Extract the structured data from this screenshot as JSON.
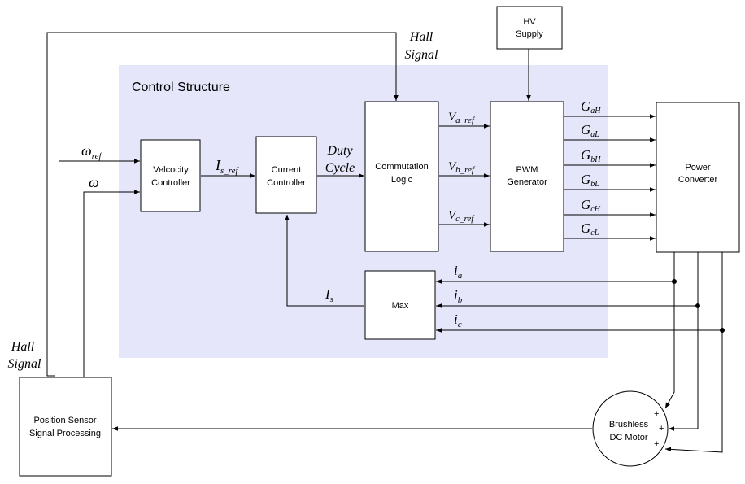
{
  "region": {
    "title": "Control Structure",
    "fill": "#e6e6fa"
  },
  "blocks": {
    "hv_supply": [
      "HV",
      "Supply"
    ],
    "velocity_controller": [
      "Velcocity",
      "Controller"
    ],
    "current_controller": [
      "Current",
      "Controller"
    ],
    "commutation_logic": [
      "Commutation",
      "Logic"
    ],
    "pwm_generator": [
      "PWM",
      "Generator"
    ],
    "power_converter": [
      "Power",
      "Converter"
    ],
    "max": [
      "Max"
    ],
    "position_sensor": [
      "Position Sensor",
      "Signal Processing"
    ],
    "motor": [
      "Brushless",
      "DC Motor"
    ]
  },
  "signals": {
    "hall_top": [
      "Hall",
      "Signal"
    ],
    "hall_left": [
      "Hall",
      "Signal"
    ],
    "omega_ref": {
      "base": "ω",
      "sub": "ref"
    },
    "omega": {
      "base": "ω",
      "sub": ""
    },
    "is_ref": {
      "base": "I",
      "sub": "s_ref"
    },
    "duty_cycle": [
      "Duty",
      "Cycle"
    ],
    "v_refs": [
      {
        "base": "V",
        "sub": "a_ref"
      },
      {
        "base": "V",
        "sub": "b_ref"
      },
      {
        "base": "V",
        "sub": "c_ref"
      }
    ],
    "gates": [
      {
        "base": "G",
        "sub": "aH"
      },
      {
        "base": "G",
        "sub": "aL"
      },
      {
        "base": "G",
        "sub": "bH"
      },
      {
        "base": "G",
        "sub": "bL"
      },
      {
        "base": "G",
        "sub": "cH"
      },
      {
        "base": "G",
        "sub": "cL"
      }
    ],
    "currents": [
      {
        "base": "i",
        "sub": "a"
      },
      {
        "base": "i",
        "sub": "b"
      },
      {
        "base": "i",
        "sub": "c"
      }
    ],
    "is": {
      "base": "I",
      "sub": "s"
    },
    "motor_plus": "+"
  }
}
